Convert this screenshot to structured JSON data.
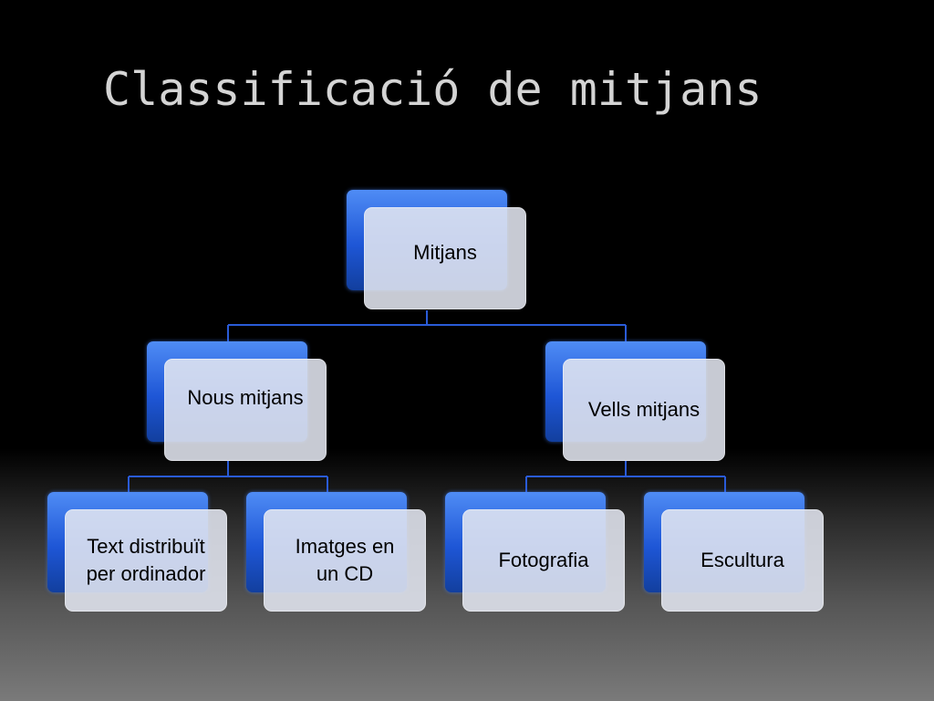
{
  "slide": {
    "title": "Classificació de mitjans"
  },
  "diagram": {
    "root": {
      "label": "Mitjans"
    },
    "level1": [
      {
        "label": "Nous mitjans"
      },
      {
        "label": "Vells mitjans"
      }
    ],
    "level2": [
      {
        "label": "Text distribuït\nper ordinador"
      },
      {
        "label": "Imatges en\nun CD"
      },
      {
        "label": "Fotografia"
      },
      {
        "label": "Escultura"
      }
    ]
  },
  "colors": {
    "connector": "#2a5bd7",
    "node_back": "#1e56d6",
    "node_front": "#e2e6f0",
    "title": "#d4d4d4"
  }
}
